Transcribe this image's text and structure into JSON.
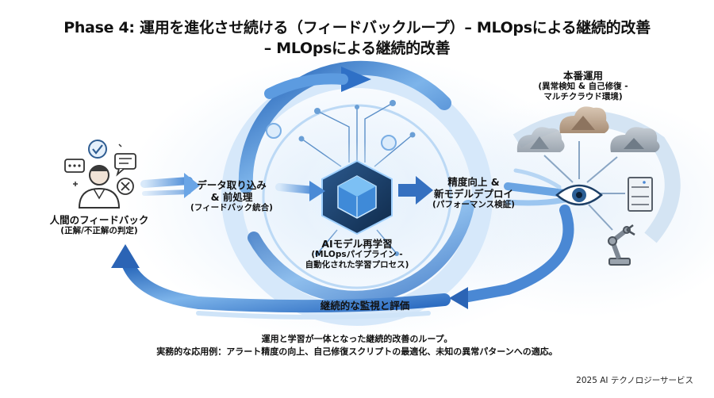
{
  "title": {
    "line1": "Phase 4: 運用を進化させ続ける（フィードバックループ）– MLOpsによる継続的改善",
    "line2": "– MLOpsによる継続的改善"
  },
  "nodes": {
    "human": {
      "label": "人間のフィードバック",
      "sub": "(正解/不正解の判定)"
    },
    "ingest": {
      "label": "データ取り込み",
      "label2": "& 前処理",
      "sub": "(フィードバック統合)"
    },
    "retrain": {
      "label": "AIモデル再学習",
      "sub1": "(MLOpsパイプライン -",
      "sub2": "自動化された学習プロセス)"
    },
    "deploy": {
      "label": "精度向上 &",
      "label2": "新モデルデプロイ",
      "sub": "(パフォーマンス検証)"
    },
    "production": {
      "label": "本番運用",
      "sub1": "(異常検知 & 自己修復 -",
      "sub2": "マルチクラウド環境)"
    },
    "monitor": {
      "label": "継続的な監視と評価"
    }
  },
  "caption": {
    "line1": "運用と学習が一体となった継続的改善のループ。",
    "line2": "実務的な応用例：アラート精度の向上、自己修復スクリプトの最適化、未知の異常パターンへの適応。"
  },
  "footer": "2025 AI テクノロジーサービス",
  "icons": [
    "person-icon",
    "check-bubble-icon",
    "chat-bubble-icon",
    "cross-circle-icon",
    "cube-core-icon",
    "cloud-icon",
    "eye-icon",
    "server-icon",
    "robot-arm-icon"
  ],
  "colors": {
    "flow_blue": "#3d7fd0",
    "flow_light": "#9cc6f0",
    "cube_dark": "#1e3a5f",
    "cloud_tan": "#b9a28c",
    "cloud_gray": "#9aa3ad"
  }
}
